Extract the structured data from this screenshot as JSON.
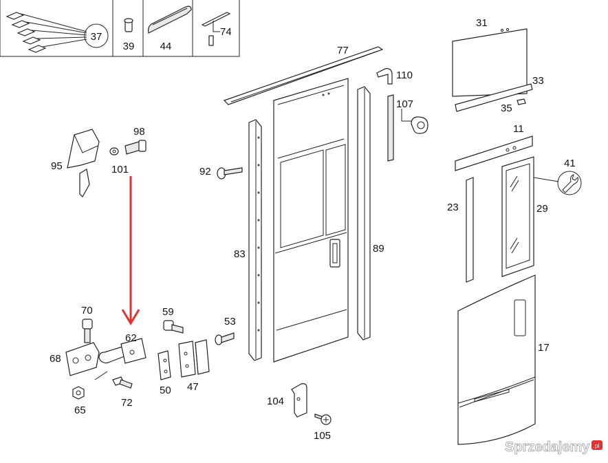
{
  "labels": {
    "p37": "37",
    "p39": "39",
    "p44": "44",
    "p74": "74",
    "p77": "77",
    "p110": "110",
    "p107": "107",
    "p31": "31",
    "p33": "33",
    "p35": "35",
    "p11": "11",
    "p41": "41",
    "p23": "23",
    "p29": "29",
    "p17": "17",
    "p98": "98",
    "p95": "95",
    "p101": "101",
    "p92": "92",
    "p83": "83",
    "p89": "89",
    "p70": "70",
    "p59": "59",
    "p53": "53",
    "p62": "62",
    "p68": "68",
    "p50": "50",
    "p47": "47",
    "p65": "65",
    "p72": "72",
    "p104": "104",
    "p105": "105"
  },
  "watermark": {
    "text": "Sprzedajemy",
    "suffix": ".pl"
  },
  "colors": {
    "line": "#222222",
    "arrow": "#e53030",
    "watermark": "#ffffff",
    "watermark_badge": "#e53030"
  }
}
